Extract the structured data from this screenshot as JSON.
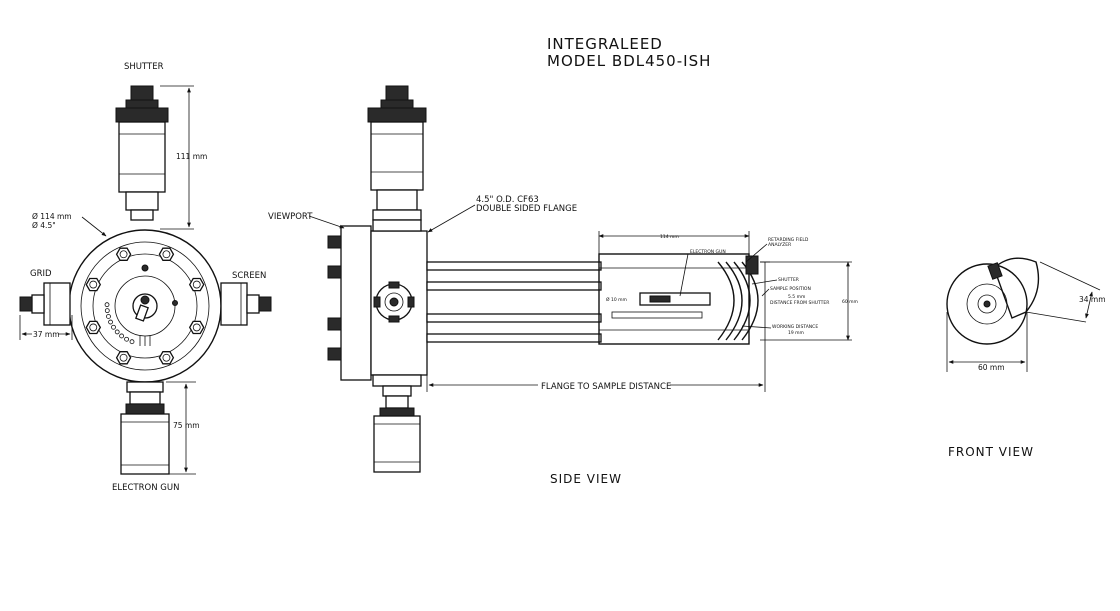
{
  "title": {
    "line1": "INTEGRALEED",
    "line2": "MODEL BDL450-ISH"
  },
  "left_view": {
    "shutter_label": "SHUTTER",
    "shutter_height": "111 mm",
    "flange_dia_mm": "Ø 114 mm",
    "flange_dia_in": "Ø 4.5\"",
    "grid_label": "GRID",
    "screen_label": "SCREEN",
    "grid_offset": "37 mm",
    "gun_length": "75 mm",
    "gun_label": "ELECTRON GUN"
  },
  "side_view": {
    "viewport_label": "VIEWPORT",
    "flange_note_1": "4.5\" O.D. CF63",
    "flange_note_2": "DOUBLE SIDED FLANGE",
    "flange_to_sample": "FLANGE TO SAMPLE DISTANCE",
    "caption": "SIDE VIEW",
    "detail": {
      "length": "114 mm",
      "electron_gun": "ELECTRON GUN",
      "rfa_1": "RETARDING FIELD",
      "rfa_2": "ANALYZER",
      "shutter": "SHUTTER",
      "sample_position": "SAMPLE POSITION",
      "shutter_gap": "5.5 mm",
      "distance_from_shutter": "DISTANCE FROM SHUTTER",
      "gun_dia": "Ø 10 mm",
      "height": "60 mm",
      "working_distance_1": "WORKING DISTANCE",
      "working_distance_2": "19 mm"
    }
  },
  "front_view": {
    "width": "60 mm",
    "offset": "34 mm",
    "caption": "FRONT VIEW"
  }
}
